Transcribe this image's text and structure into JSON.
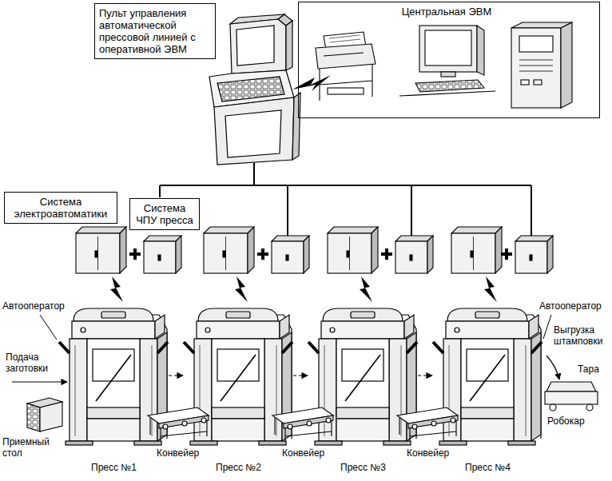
{
  "diagram": {
    "nodes": [
      {
        "text": [
          "Пульт управления автоматической прессовой линией с оперативной ЭВМ"
        ]
      },
      {
        "text": [
          "Центральная ЭВМ"
        ]
      },
      {
        "text": [
          "Система электроавтоматики"
        ]
      },
      {
        "text": [
          "Система ЧПУ пресса"
        ]
      }
    ],
    "labels": [
      "Автооператор",
      "Подача заготовки",
      "Приемный стол",
      "Конвейер",
      "Конвейер",
      "Конвейер",
      "Пресс №1",
      "Пресс №2",
      "Пресс №3",
      "Пресс №4",
      "Автооператор",
      "Выгрузка штамповки",
      "Тара",
      "Робокар"
    ]
  }
}
